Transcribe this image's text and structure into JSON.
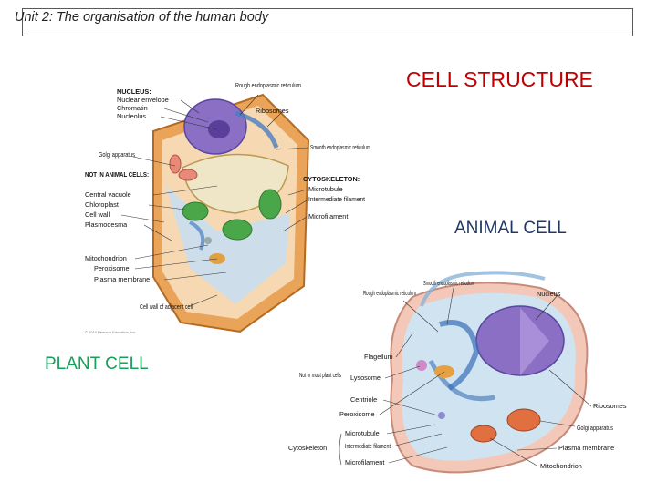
{
  "header": {
    "title": "Unit 2: The organisation of the human body"
  },
  "slide": {
    "title": "CELL STRUCTURE",
    "animal_label": "ANIMAL CELL",
    "plant_label": "PLANT CELL"
  },
  "plant_figure": {
    "labels": {
      "nucleus_head": "NUCLEUS:",
      "nuclear_envelope": "Nuclear envelope",
      "chromatin": "Chromatin",
      "nucleolus": "Nucleolus",
      "rough_er": "Rough endoplasmic reticulum",
      "ribosomes": "Ribosomes",
      "golgi": "Golgi apparatus",
      "smooth_er": "Smooth endoplasmic reticulum",
      "not_in_animal": "NOT IN ANIMAL CELLS:",
      "central_vacuole": "Central vacuole",
      "chloroplast": "Chloroplast",
      "cell_wall": "Cell wall",
      "plasmodesma": "Plasmodesma",
      "cytoskeleton": "CYTOSKELETON:",
      "microtubule": "Microtubule",
      "intermediate_filament": "Intermediate filament",
      "microfilament": "Microfilament",
      "mitochondrion": "Mitochondrion",
      "peroxisome": "Peroxisome",
      "plasma_membrane": "Plasma membrane",
      "adjacent_wall": "Cell wall of adjacent cell",
      "copyright": "© 2010 Pearson Education, Inc."
    }
  },
  "animal_figure": {
    "labels": {
      "smooth_er": "Smooth endoplasmic reticulum",
      "rough_er": "Rough endoplasmic reticulum",
      "nucleus": "Nucleus",
      "flagellum": "Flagellum",
      "not_in_plant": "Not in most plant cells",
      "lysosome": "Lysosome",
      "centriole": "Centriole",
      "peroxisome": "Peroxisome",
      "ribosomes": "Ribosomes",
      "microtubule": "Microtubule",
      "intermediate_filament": "Intermediate filament",
      "microfilament": "Microfilament",
      "cytoskeleton": "Cytoskeleton",
      "golgi": "Golgi apparatus",
      "plasma_membrane": "Plasma membrane",
      "mitochondrion": "Mitochondrion"
    }
  }
}
